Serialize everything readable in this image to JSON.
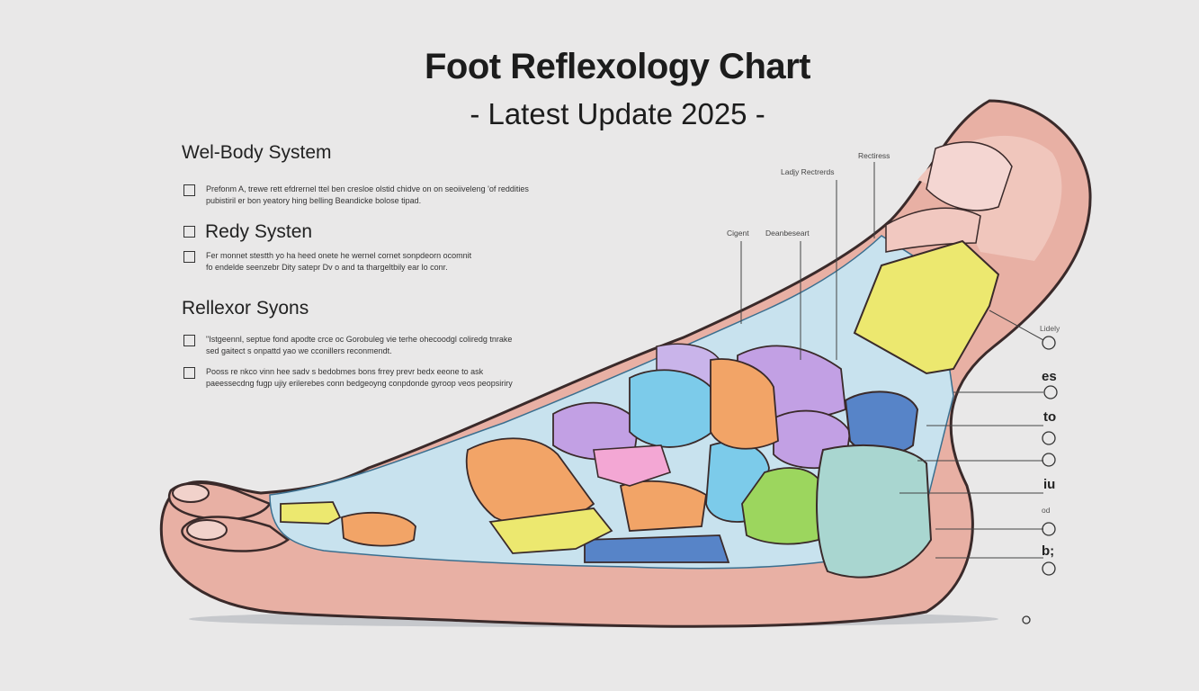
{
  "header": {
    "title": "Foot Reflexology Chart",
    "subtitle": "- Latest Update 2025 -"
  },
  "sections": [
    {
      "heading": "Wel-Body System",
      "items": [
        {
          "line1": "Prefonm A, trewe rett efdrernel ttel ben cresloe olstid chidve on on seoiiveleng 'of reddities",
          "line2": "pubistiril er bon yeatory hing belling Beandicke bolose tipad."
        }
      ]
    },
    {
      "heading": "Redy Systen",
      "items": [
        {
          "line1": "Fer monnet stestth yo ha heed onete he wernel cornet sonpdeorn ocomnit",
          "line2": "fo endelde seenzebr Dity satepr Dv o and ta thargeltbily ear lo conr."
        }
      ]
    },
    {
      "heading": "Rellexor Syons",
      "items": [
        {
          "line1": "\"Istgeennl, septue fond apodte crce oc Gorobuleg vie terhe ohecoodgl coliredg tnrake",
          "line2": "sed gaitect s onpattd yao we cconillers reconmendt."
        },
        {
          "line1": "Pooss re nkco vinn hee sadv s bedobmes bons frrey prevr bedx eeone to ask",
          "line2": "paeessecdng fugp ujiy erilerebes conn bedgeoyng conpdonde gyroop veos peopsiriry"
        }
      ]
    }
  ],
  "foot_labels": {
    "top_1": "Ladjy Rectrerds",
    "top_2": "Rectiress",
    "mid_1": "Cigent",
    "mid_2": "Deanbeseart"
  },
  "right_labels": [
    "Lidely",
    "es",
    "to",
    "iu",
    "od",
    "b;"
  ],
  "colors": {
    "background": "#e9e8e8",
    "skin": "#e8b0a4",
    "yellow": "#ece86f",
    "purple": "#c2a0e4",
    "blue": "#7ccbea",
    "orange": "#f2a467",
    "pink": "#f3a7d4",
    "green": "#9cd65e",
    "teal": "#a9d6d0",
    "dark_blue": "#5784c8"
  }
}
